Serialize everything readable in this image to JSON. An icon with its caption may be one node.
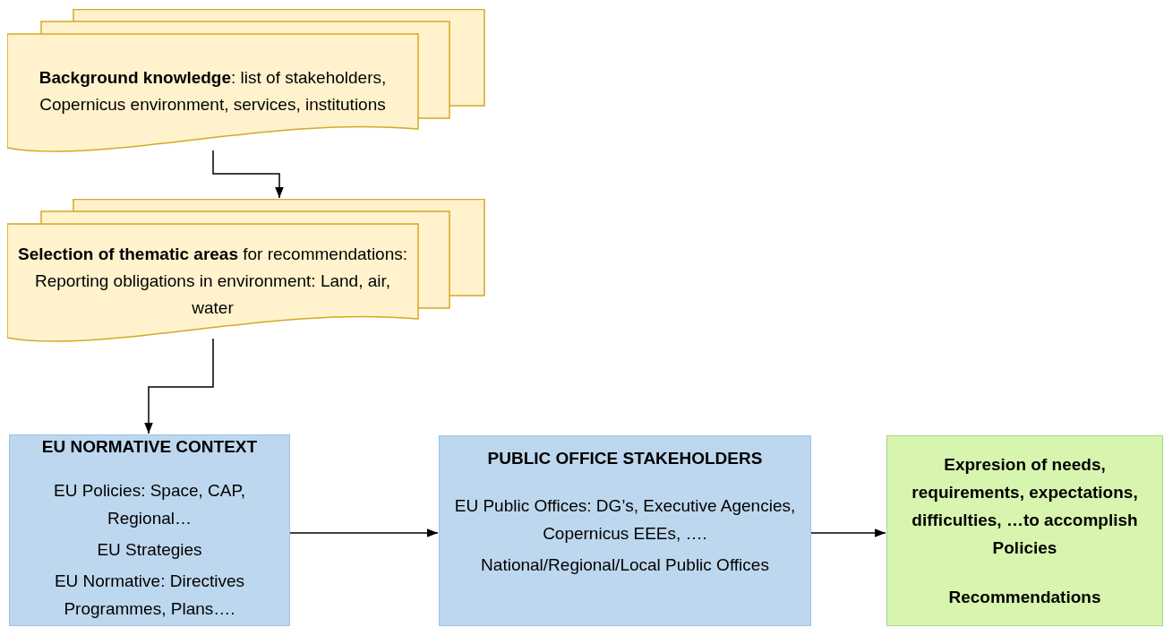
{
  "diagram": {
    "nodes": [
      {
        "text": [
          "**Background knowledge**: list of stakeholders, Copernicus environment, services, institutions"
        ]
      },
      {
        "text": [
          "**Selection of thematic areas** for recommendations: Reporting obligations in environment: Land, air, water"
        ]
      },
      {
        "text": [
          "EU NORMATIVE CONTEXT",
          "EU Policies: Space, CAP, Regional…",
          "EU Strategies",
          "EU Normative: Directives Programmes, Plans…."
        ]
      },
      {
        "text": [
          "PUBLIC OFFICE STAKEHOLDERS",
          "EU Public Offices: DG’s, Executive Agencies, Copernicus EEEs, ….",
          "National/Regional/Local Public Offices"
        ]
      },
      {
        "text": [
          "Expresion of needs, requirements, expectations, difficulties, …to accomplish Policies",
          "Recommendations"
        ]
      }
    ],
    "edges": [
      {
        "from": 0,
        "to": 1,
        "arrow": "to"
      },
      {
        "from": 1,
        "to": 2,
        "arrow": "to"
      },
      {
        "from": 2,
        "to": 3,
        "arrow": "to"
      },
      {
        "from": 3,
        "to": 4,
        "arrow": "to"
      }
    ]
  }
}
